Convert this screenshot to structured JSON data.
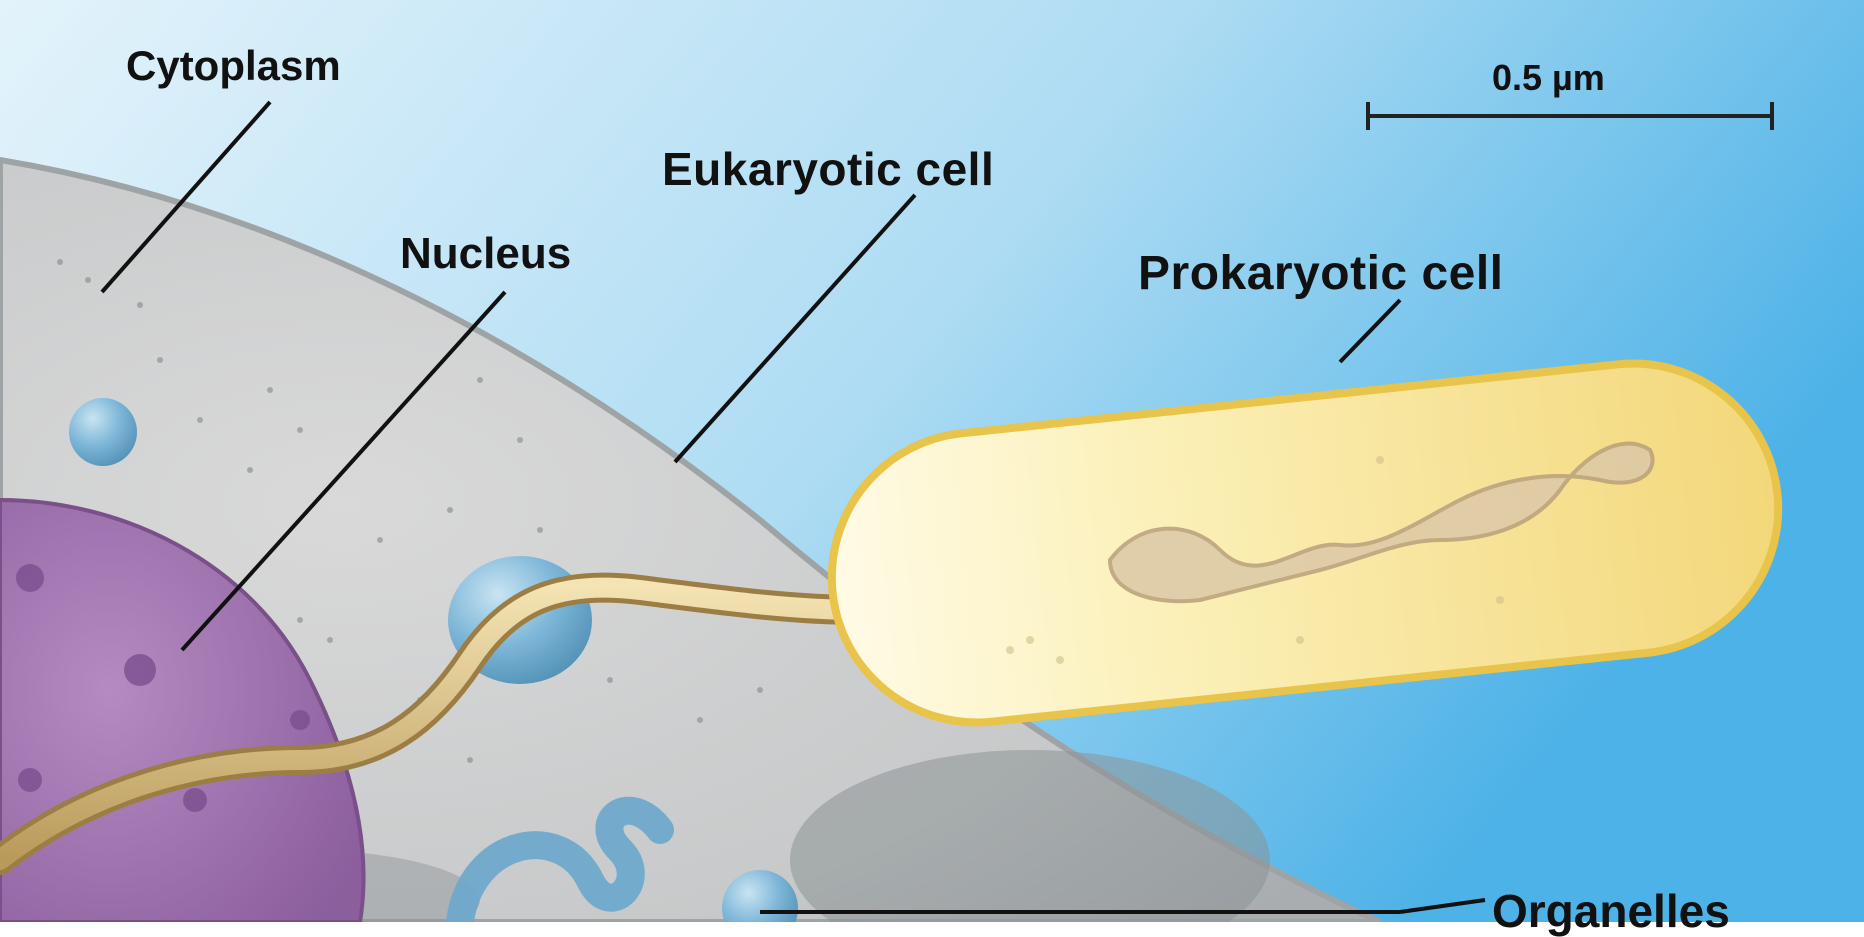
{
  "labels": {
    "cytoplasm": "Cytoplasm",
    "nucleus": "Nucleus",
    "eukaryotic_cell": "Eukaryotic cell",
    "prokaryotic_cell": "Prokaryotic cell",
    "organelles": "Organelles"
  },
  "scale_bar": {
    "label": "0.5 µm"
  },
  "colors": {
    "background_light": "#dff1fb",
    "background_blue": "#4fb3e6",
    "eukaryote_cytoplasm": "#cfcfcf",
    "nucleus": "#a276b0",
    "organelle_blue": "#6fa9cb",
    "prokaryote_body": "#f8e27a",
    "flagellum": "#dcc38b",
    "leader_line": "#111111"
  }
}
